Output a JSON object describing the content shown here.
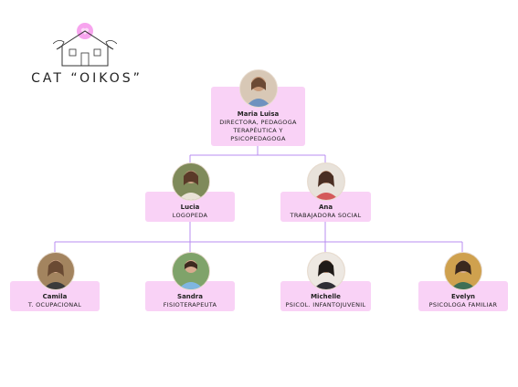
{
  "logo": {
    "text": "CAT “OIKOS”",
    "icon": "house-hands-heart-icon",
    "accent": "#f7a4ee"
  },
  "colors": {
    "card": "#f9d2f6",
    "line": "#b98cf0"
  },
  "nodes": {
    "director": {
      "name": "Maria Luisa",
      "role": "DIRECTORA, PEDAGOGA TERAPÉUTICA Y PSICOPEDAGOGA"
    },
    "lucia": {
      "name": "Lucia",
      "role": "LOGOPEDA"
    },
    "ana": {
      "name": "Ana",
      "role": "TRABAJADORA SOCIAL"
    },
    "camila": {
      "name": "Camila",
      "role": "T. OCUPACIONAL"
    },
    "sandra": {
      "name": "Sandra",
      "role": "FISIOTERAPEUTA"
    },
    "michelle": {
      "name": "Michelle",
      "role": "PSICOL. INFANTOJUVENIL"
    },
    "evelyn": {
      "name": "Evelyn",
      "role": "PSICOLOGA FAMILIAR"
    }
  }
}
